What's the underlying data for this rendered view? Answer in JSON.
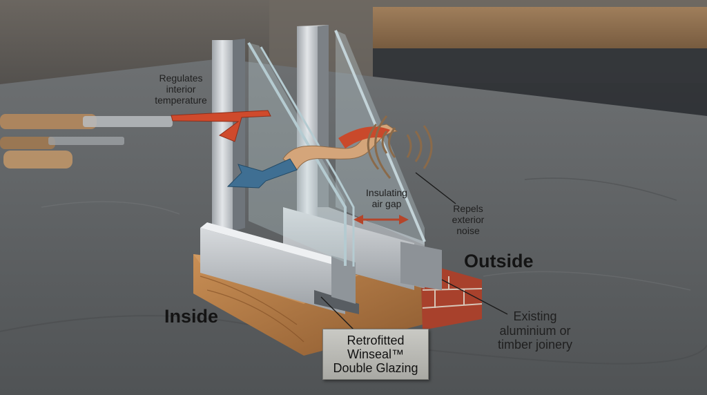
{
  "labels": {
    "regulates": [
      "Regulates",
      "interior",
      "temperature"
    ],
    "air_gap": [
      "Insulating",
      "air gap"
    ],
    "repels": [
      "Repels",
      "exterior",
      "noise"
    ],
    "outside": "Outside",
    "inside": "Inside",
    "existing": [
      "Existing",
      "aluminium or",
      "timber joinery"
    ],
    "product": [
      "Retrofitted",
      "Winseal™",
      "Double Glazing"
    ]
  },
  "colors": {
    "warm_arrow": "#cf4a2c",
    "cool_arrow": "#3f6f93",
    "sound_waves": "#8a6a4a",
    "double_arrow": "#b5452a",
    "slate": "#5e6163",
    "timber": "#b67a45",
    "brick": "#a8412c",
    "aluminium": "#c9ccd0"
  }
}
